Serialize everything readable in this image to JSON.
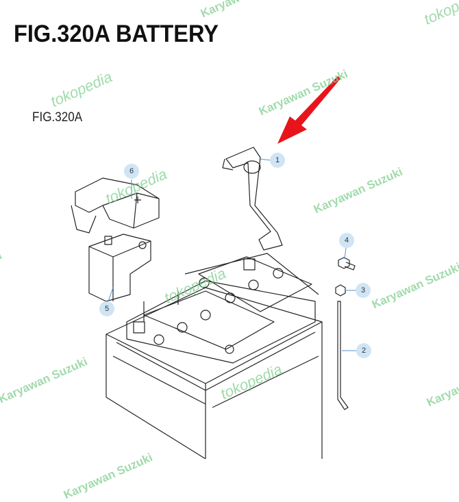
{
  "title": "FIG.320A BATTERY",
  "subtitle": "FIG.320A",
  "watermarks": {
    "brand": "tokopedia",
    "seller": "Karyawan Suzuki"
  },
  "callouts": [
    "1",
    "2",
    "3",
    "4",
    "5",
    "6"
  ],
  "colors": {
    "arrow": "#e8141b",
    "callout_fill": "#cfe5f6",
    "watermark": "#7fcf8e"
  }
}
